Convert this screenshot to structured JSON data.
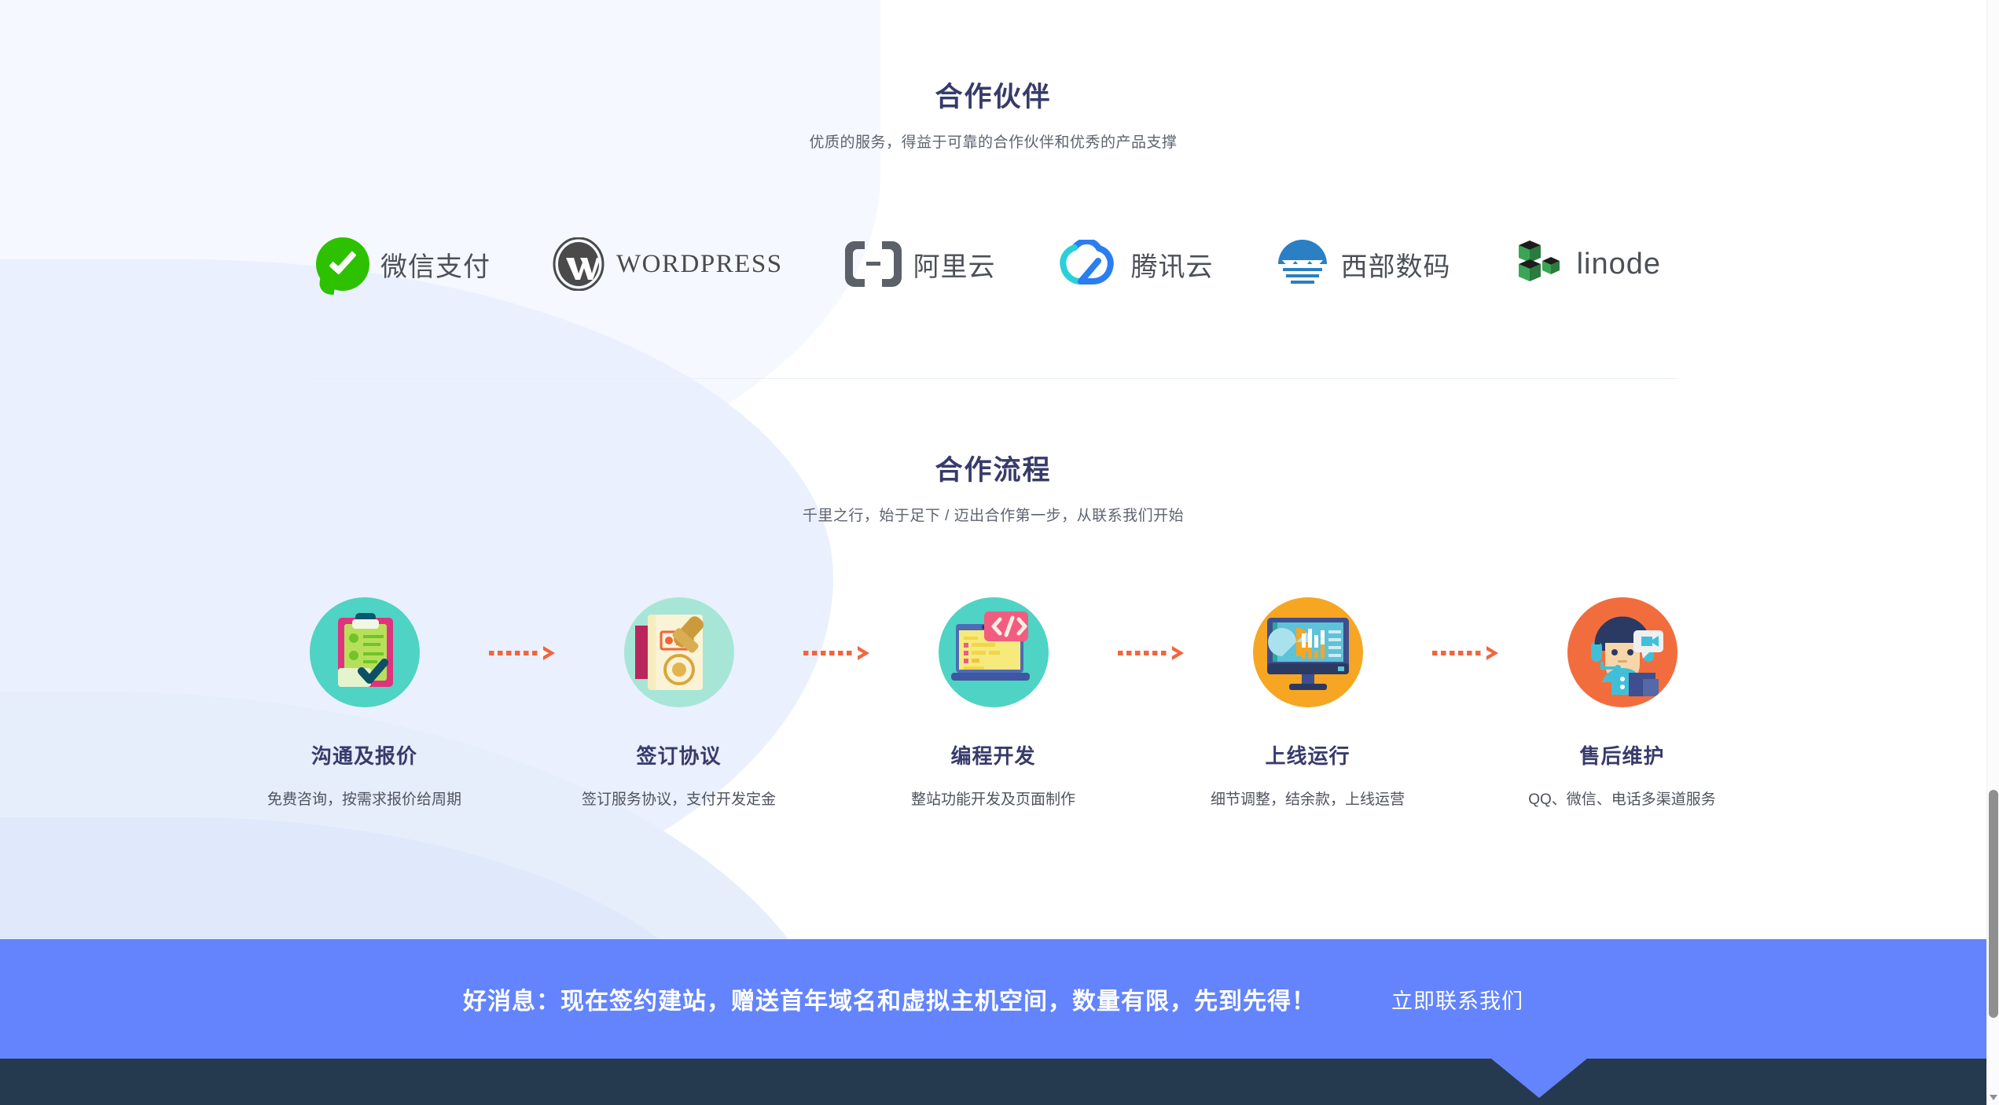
{
  "partners_section": {
    "title": "合作伙伴",
    "subtitle": "优质的服务，得益于可靠的合作伙伴和优秀的产品支撑",
    "logos": [
      {
        "name": "微信支付",
        "icon": "wechat-pay-icon",
        "color": "#2dc100"
      },
      {
        "name": "WORDPRESS",
        "icon": "wordpress-icon",
        "color": "#4a4a4a"
      },
      {
        "name": "阿里云",
        "icon": "aliyun-icon",
        "color": "#5c6068"
      },
      {
        "name": "腾讯云",
        "icon": "tencent-cloud-icon",
        "color": "#1e88f5"
      },
      {
        "name": "西部数码",
        "icon": "west-digital-icon",
        "color": "#2b7fc4"
      },
      {
        "name": "linode",
        "icon": "linode-icon",
        "color": "#3aa655"
      }
    ]
  },
  "process_section": {
    "title": "合作流程",
    "subtitle": "千里之行，始于足下 / 迈出合作第一步，从联系我们开始",
    "steps": [
      {
        "title": "沟通及报价",
        "desc": "免费咨询，按需求报价给周期",
        "icon": "clipboard-check-icon",
        "circle": "#4fd3c4"
      },
      {
        "title": "签订协议",
        "desc": "签订服务协议，支付开发定金",
        "icon": "contract-stamp-icon",
        "circle": "#a7e6d7"
      },
      {
        "title": "编程开发",
        "desc": "整站功能开发及页面制作",
        "icon": "laptop-code-icon",
        "circle": "#4fd3c4"
      },
      {
        "title": "上线运行",
        "desc": "细节调整，结余款，上线运营",
        "icon": "monitor-chart-icon",
        "circle": "#f6a623"
      },
      {
        "title": "售后维护",
        "desc": "QQ、微信、电话多渠道服务",
        "icon": "support-agent-icon",
        "circle": "#f26d3d"
      }
    ],
    "connector_icon": "dotted-arrow-right-icon"
  },
  "promo_banner": {
    "message": "好消息：现在签约建站，赠送首年域名和虚拟主机空间，数量有限，先到先得！",
    "link_label": "立即联系我们",
    "background": "#6384fc"
  },
  "footer": {
    "background": "#263a4f",
    "arrow_icon": "down-triangle-icon"
  },
  "scrollbar": {
    "down_arrow_icon": "scroll-down-arrow-icon"
  }
}
